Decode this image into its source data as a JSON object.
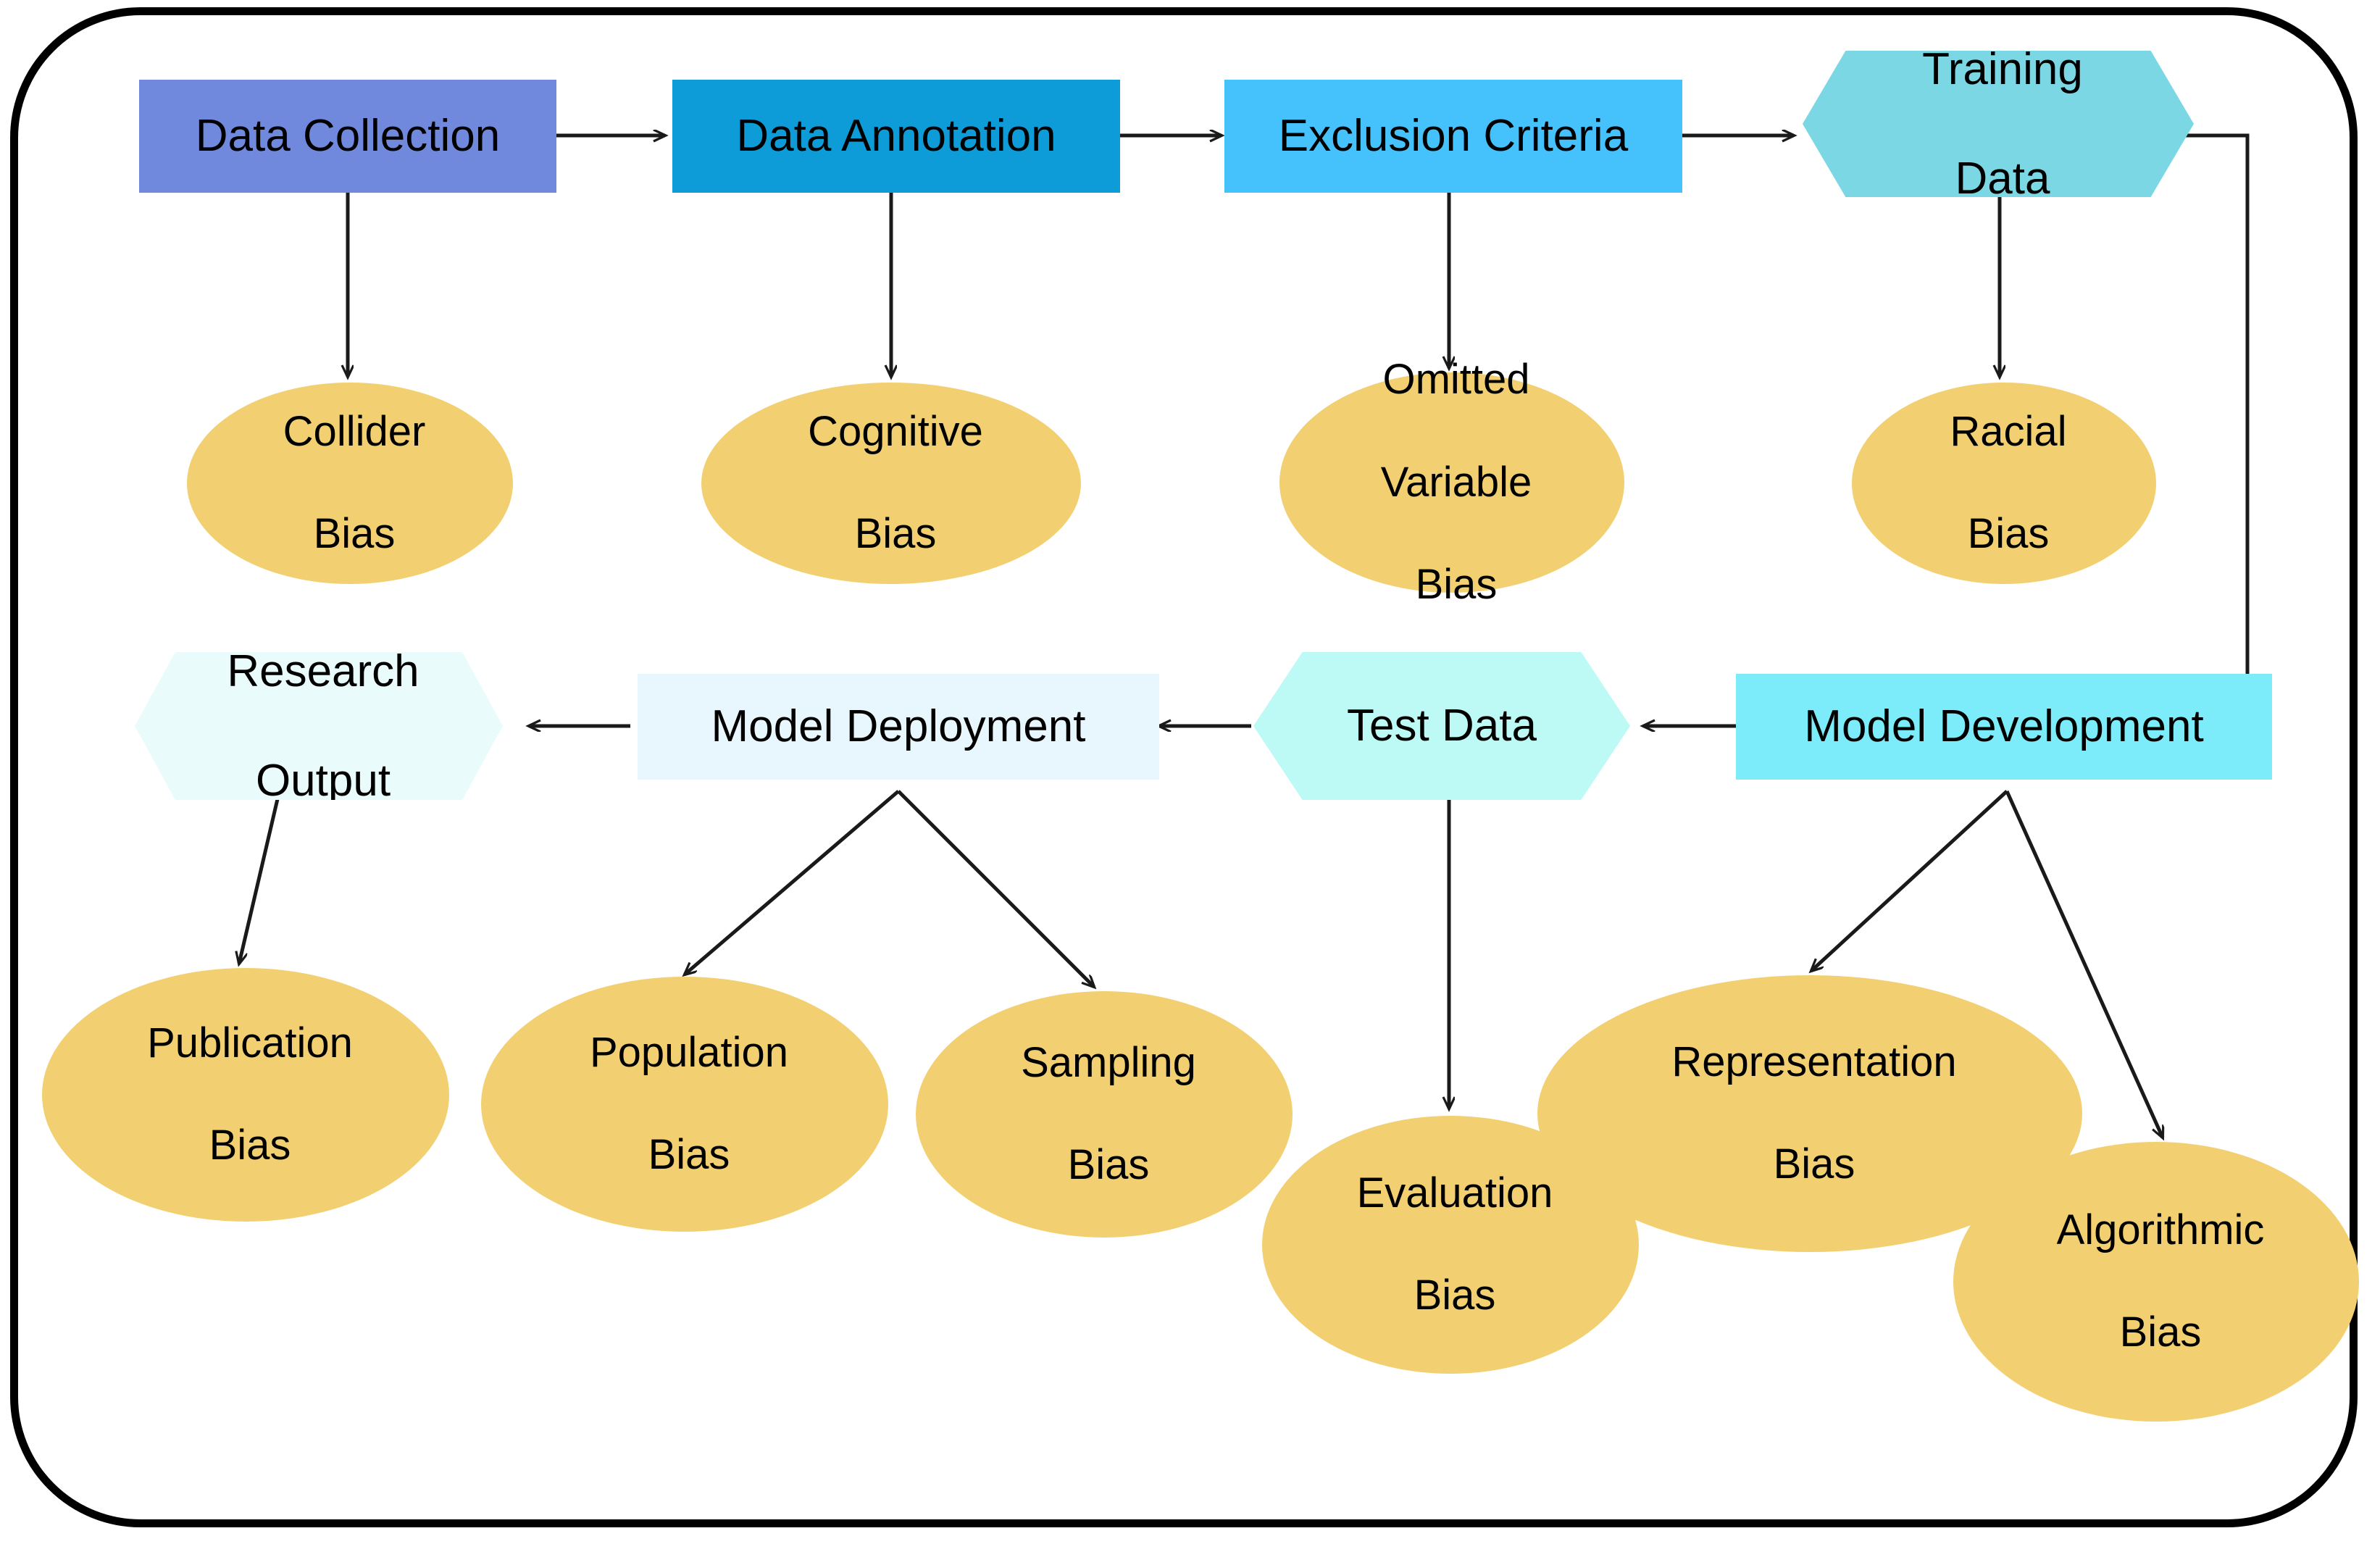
{
  "diagram": {
    "title": "Sources of bias across the machine learning research pipeline",
    "colors": {
      "data_collection": "#7089dc",
      "data_annotation": "#0d9cd8",
      "exclusion_criteria": "#45c2fb",
      "training_data": "#7ad7e3",
      "research_output": "#e9fbfb",
      "model_deployment": "#e8f7fd",
      "test_data": "#bdfaf5",
      "model_development": "#7cecfa",
      "bias_ellipse": "#f2d071",
      "edge": "#1a1a1a",
      "frame": "#000000",
      "text": "#000000"
    }
  },
  "pipeline": {
    "data_collection": {
      "label": "Data Collection",
      "shape": "rectangle"
    },
    "data_annotation": {
      "label": "Data Annotation",
      "shape": "rectangle"
    },
    "exclusion_criteria": {
      "label": "Exclusion Criteria",
      "shape": "rectangle"
    },
    "training_data": {
      "line1": "Training",
      "line2": "Data",
      "shape": "hexagon"
    },
    "model_development": {
      "label": "Model Development",
      "shape": "rectangle"
    },
    "test_data": {
      "label": "Test Data",
      "shape": "hexagon"
    },
    "model_deployment": {
      "label": "Model Deployment",
      "shape": "rectangle"
    },
    "research_output": {
      "line1": "Research",
      "line2": "Output",
      "shape": "hexagon"
    }
  },
  "biases": {
    "collider": {
      "line1": "Collider",
      "line2": "Bias"
    },
    "cognitive": {
      "line1": "Cognitive",
      "line2": "Bias"
    },
    "omitted_variable": {
      "line1": "Omitted",
      "line2": "Variable",
      "line3": "Bias"
    },
    "racial": {
      "line1": "Racial",
      "line2": "Bias"
    },
    "publication": {
      "line1": "Publication",
      "line2": "Bias"
    },
    "population": {
      "line1": "Population",
      "line2": "Bias"
    },
    "sampling": {
      "line1": "Sampling",
      "line2": "Bias"
    },
    "evaluation": {
      "line1": "Evaluation",
      "line2": "Bias"
    },
    "representation": {
      "line1": "Representation",
      "line2": "Bias"
    },
    "algorithmic": {
      "line1": "Algorithmic",
      "line2": "Bias"
    }
  },
  "edges": [
    {
      "from": "data_collection",
      "to": "data_annotation"
    },
    {
      "from": "data_annotation",
      "to": "exclusion_criteria"
    },
    {
      "from": "exclusion_criteria",
      "to": "training_data"
    },
    {
      "from": "training_data",
      "to": "model_development"
    },
    {
      "from": "model_development",
      "to": "test_data"
    },
    {
      "from": "test_data",
      "to": "model_deployment"
    },
    {
      "from": "model_deployment",
      "to": "research_output"
    },
    {
      "from": "data_collection",
      "to": "collider"
    },
    {
      "from": "data_annotation",
      "to": "cognitive"
    },
    {
      "from": "exclusion_criteria",
      "to": "omitted_variable"
    },
    {
      "from": "training_data",
      "to": "racial"
    },
    {
      "from": "research_output",
      "to": "publication"
    },
    {
      "from": "model_deployment",
      "to": "population"
    },
    {
      "from": "model_deployment",
      "to": "sampling"
    },
    {
      "from": "test_data",
      "to": "evaluation"
    },
    {
      "from": "model_development",
      "to": "representation"
    },
    {
      "from": "model_development",
      "to": "algorithmic"
    }
  ]
}
